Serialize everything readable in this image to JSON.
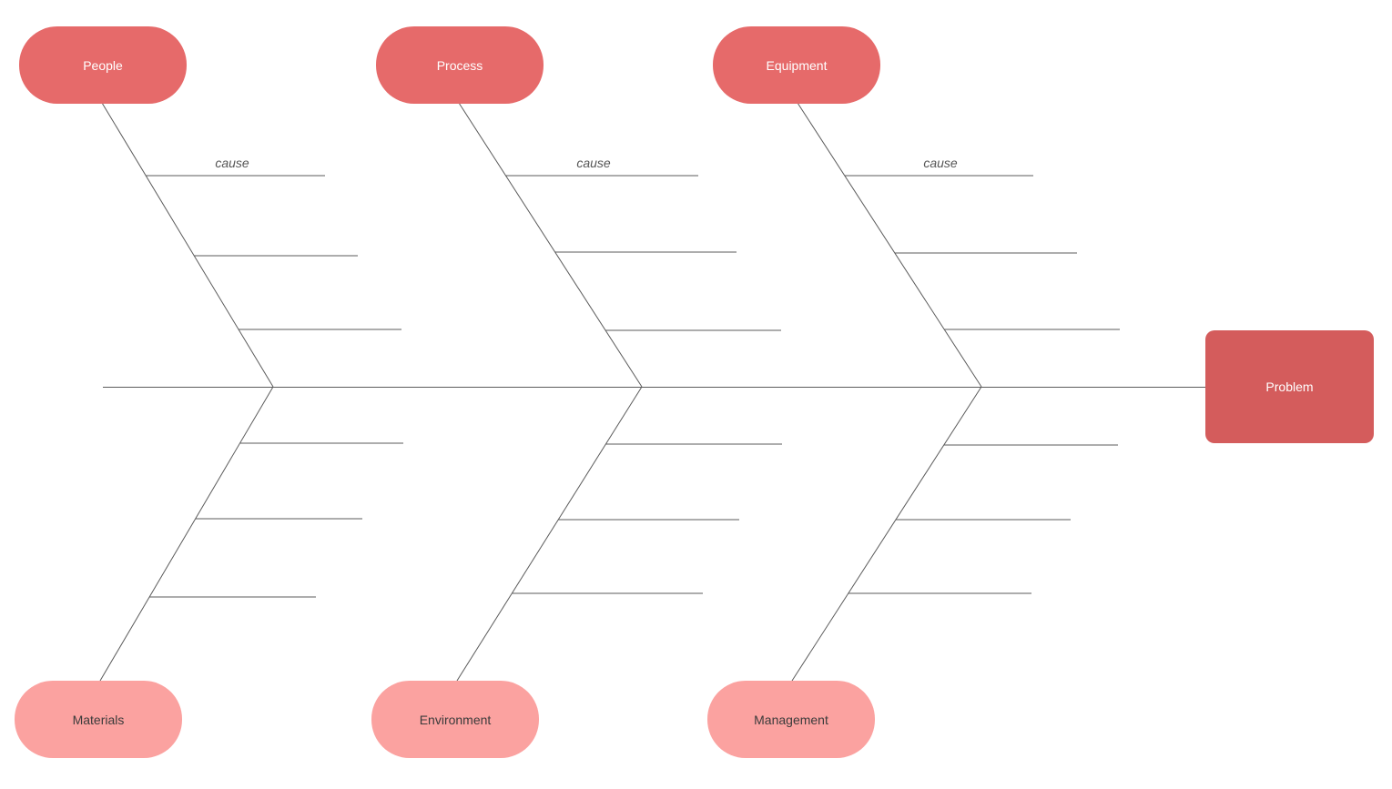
{
  "diagram": {
    "type": "fishbone-cause-and-effect",
    "problem": {
      "label": "Problem"
    },
    "top_categories": [
      {
        "label": "People",
        "cause_label": "cause",
        "branch_count": 3
      },
      {
        "label": "Process",
        "cause_label": "cause",
        "branch_count": 3
      },
      {
        "label": "Equipment",
        "cause_label": "cause",
        "branch_count": 3
      }
    ],
    "bottom_categories": [
      {
        "label": "Materials",
        "branch_count": 3
      },
      {
        "label": "Environment",
        "branch_count": 3
      },
      {
        "label": "Management",
        "branch_count": 3
      }
    ]
  },
  "colors": {
    "top_category_fill": "#e66a6a",
    "bottom_category_fill": "#fba2a0",
    "problem_fill": "#d45c5c",
    "line": "#5b5b5b",
    "cause_text": "#555555",
    "category_text_light": "#ffffff",
    "category_text_dark": "#3b3b3b",
    "background": "#ffffff"
  }
}
